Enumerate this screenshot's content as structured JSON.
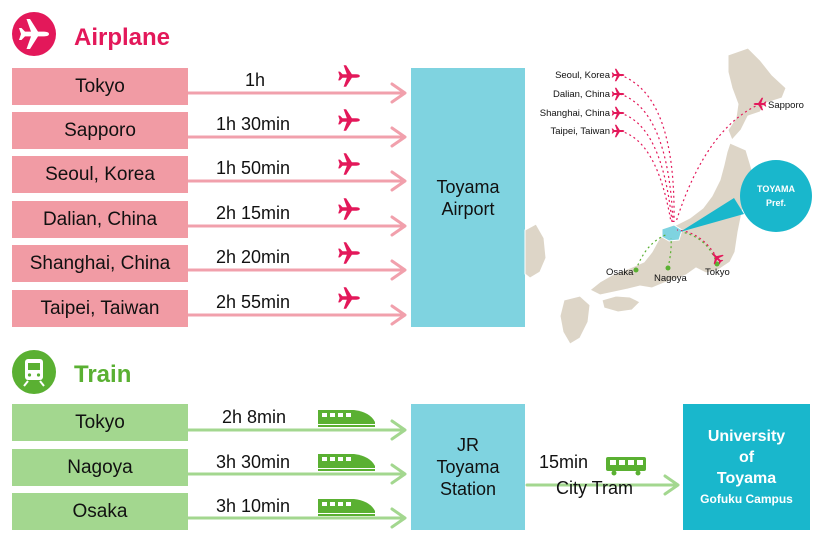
{
  "airplane": {
    "title": "Airplane",
    "color": "#e3185a",
    "routes": [
      {
        "origin": "Tokyo",
        "duration": "1h"
      },
      {
        "origin": "Sapporo",
        "duration": "1h 30min"
      },
      {
        "origin": "Seoul, Korea",
        "duration": "1h 50min"
      },
      {
        "origin": "Dalian, China",
        "duration": "2h 15min"
      },
      {
        "origin": "Shanghai, China",
        "duration": "2h 20min"
      },
      {
        "origin": "Taipei, Taiwan",
        "duration": "2h 55min"
      }
    ],
    "hub_line1": "Toyama",
    "hub_line2": "Airport"
  },
  "train": {
    "title": "Train",
    "color": "#5ab032",
    "routes": [
      {
        "origin": "Tokyo",
        "duration": "2h 8min"
      },
      {
        "origin": "Nagoya",
        "duration": "3h 30min"
      },
      {
        "origin": "Osaka",
        "duration": "3h 10min"
      }
    ],
    "hub_line1": "JR",
    "hub_line2": "Toyama",
    "hub_line3": "Station",
    "tram_duration": "15min",
    "tram_label": "City Tram",
    "dest_line1": "University",
    "dest_line2": "of",
    "dest_line3": "Toyama",
    "dest_line4": "Gofuku Campus"
  },
  "map": {
    "intl_labels": [
      "Seoul, Korea",
      "Dalian, China",
      "Shanghai, China",
      "Taipei, Taiwan"
    ],
    "sapporo": "Sapporo",
    "toyama_line1": "TOYAMA",
    "toyama_line2": "Pref.",
    "osaka": "Osaka",
    "nagoya": "Nagoya",
    "tokyo": "Tokyo"
  },
  "colors": {
    "air_origin": "#f19ba4",
    "air_arrow": "#f1a0ac",
    "train_origin": "#a3d78f",
    "train_arrow": "#a3d78f",
    "hub": "#7fd3e0",
    "destination": "#19b7cc",
    "land": "#ddd5c7"
  }
}
